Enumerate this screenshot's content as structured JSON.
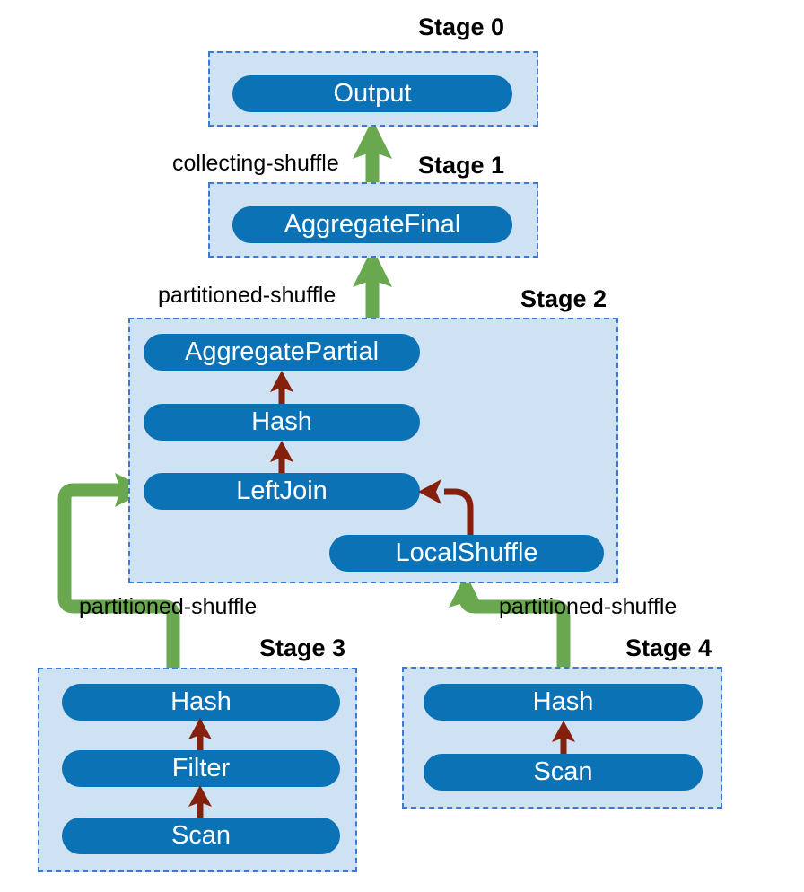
{
  "diagram": {
    "title": "Distributed query execution plan stages",
    "colors": {
      "operator_fill": "#0b72b5",
      "operator_text": "#ffffff",
      "stage_fill": "#cfe2f3",
      "stage_border": "#3d78d8",
      "shuffle_arrow": "#6aa84f",
      "local_arrow": "#85200c",
      "background": "#ffffff"
    }
  },
  "stages": [
    {
      "id": "stage-0",
      "label": "Stage 0",
      "operators": [
        {
          "id": "output",
          "label": "Output"
        }
      ]
    },
    {
      "id": "stage-1",
      "label": "Stage 1",
      "operators": [
        {
          "id": "aggregate-final",
          "label": "AggregateFinal"
        }
      ]
    },
    {
      "id": "stage-2",
      "label": "Stage 2",
      "operators": [
        {
          "id": "aggregate-partial",
          "label": "AggregatePartial"
        },
        {
          "id": "hash-2",
          "label": "Hash"
        },
        {
          "id": "left-join",
          "label": "LeftJoin"
        },
        {
          "id": "local-shuffle",
          "label": "LocalShuffle"
        }
      ]
    },
    {
      "id": "stage-3",
      "label": "Stage 3",
      "operators": [
        {
          "id": "hash-3",
          "label": "Hash"
        },
        {
          "id": "filter-3",
          "label": "Filter"
        },
        {
          "id": "scan-3",
          "label": "Scan"
        }
      ]
    },
    {
      "id": "stage-4",
      "label": "Stage 4",
      "operators": [
        {
          "id": "hash-4",
          "label": "Hash"
        },
        {
          "id": "scan-4",
          "label": "Scan"
        }
      ]
    }
  ],
  "edges": [
    {
      "id": "edge-collecting-shuffle",
      "label": "collecting-shuffle",
      "from": "aggregate-final",
      "to": "output",
      "kind": "shuffle"
    },
    {
      "id": "edge-partitioned-shuffle-1",
      "label": "partitioned-shuffle",
      "from": "aggregate-partial",
      "to": "aggregate-final",
      "kind": "shuffle"
    },
    {
      "id": "edge-partitioned-shuffle-2",
      "label": "partitioned-shuffle",
      "from": "hash-3",
      "to": "left-join",
      "kind": "shuffle"
    },
    {
      "id": "edge-partitioned-shuffle-3",
      "label": "partitioned-shuffle",
      "from": "hash-4",
      "to": "local-shuffle",
      "kind": "shuffle"
    },
    {
      "id": "edge-hash-to-aggregate-partial",
      "label": "",
      "from": "hash-2",
      "to": "aggregate-partial",
      "kind": "local"
    },
    {
      "id": "edge-leftjoin-to-hash",
      "label": "",
      "from": "left-join",
      "to": "hash-2",
      "kind": "local"
    },
    {
      "id": "edge-localshuffle-to-leftjoin",
      "label": "",
      "from": "local-shuffle",
      "to": "left-join",
      "kind": "local"
    },
    {
      "id": "edge-filter-to-hash3",
      "label": "",
      "from": "filter-3",
      "to": "hash-3",
      "kind": "local"
    },
    {
      "id": "edge-scan3-to-filter",
      "label": "",
      "from": "scan-3",
      "to": "filter-3",
      "kind": "local"
    },
    {
      "id": "edge-scan4-to-hash4",
      "label": "",
      "from": "scan-4",
      "to": "hash-4",
      "kind": "local"
    }
  ]
}
